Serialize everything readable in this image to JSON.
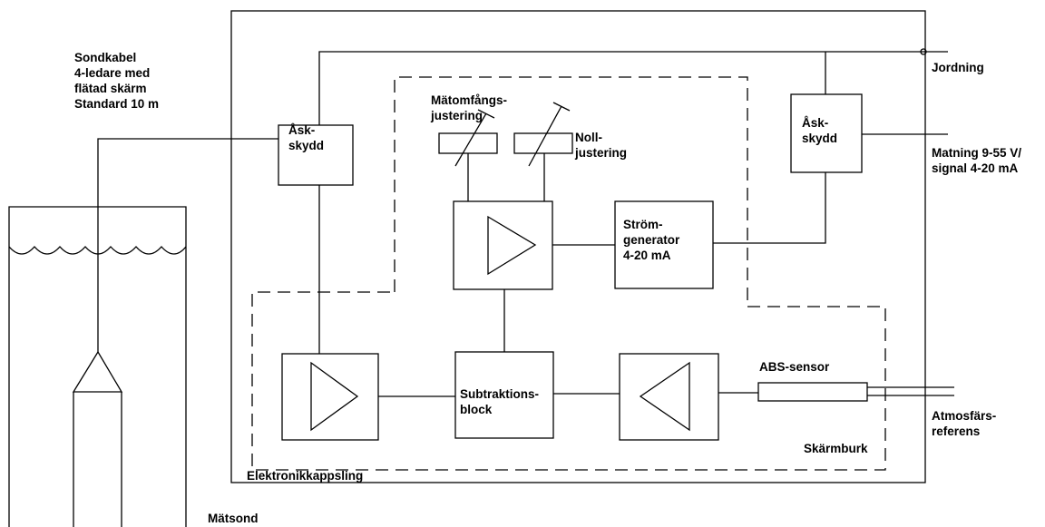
{
  "labels": {
    "sondkabel": "Sondkabel\n4-ledare med\nflätad skärm\nStandard 10 m",
    "jordning": "Jordning",
    "matning": "Matning 9-55 V/\nsignal 4-20 mA",
    "ask_left": "Åsk-\nskydd",
    "ask_right": "Åsk-\nskydd",
    "matomfang": "Mätomfångs-\njustering",
    "noll": "Noll-\njustering",
    "stromgen": "Ström-\ngenerator\n4-20 mA",
    "subtraktion": "Subtraktions-\nblock",
    "abs_sensor": "ABS-sensor",
    "atmos": "Atmosfärs-\nreferens",
    "skarmburk": "Skärmburk",
    "elektronik": "Elektronikkappsling",
    "matsond": "Mätsond"
  }
}
